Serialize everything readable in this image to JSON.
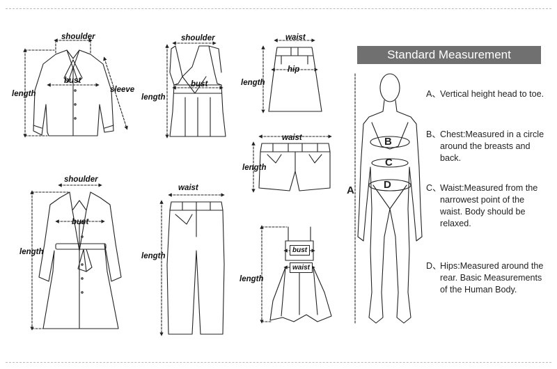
{
  "garments": {
    "shirt": {
      "shoulder": "shoulder",
      "bust": "bust",
      "length": "length",
      "sleeve": "sleeve"
    },
    "tank": {
      "shoulder": "shoulder",
      "bust": "bust",
      "length": "length"
    },
    "skirt": {
      "waist": "waist",
      "hip": "hip",
      "length": "length"
    },
    "shorts": {
      "waist": "waist",
      "length": "length"
    },
    "coat": {
      "shoulder": "shoulder",
      "bust": "bust",
      "length": "length"
    },
    "pants": {
      "waist": "waist",
      "length": "length"
    },
    "dress": {
      "bust": "bust",
      "waist": "waist",
      "length": "length"
    }
  },
  "panel": {
    "title": "Standard Measurement",
    "figure_letters": {
      "A": "A",
      "B": "B",
      "C": "C",
      "D": "D"
    },
    "items": [
      {
        "key": "A、",
        "text": "Vertical height head to toe."
      },
      {
        "key": "B、",
        "text": "Chest:Measured in a circle around the breasts and back."
      },
      {
        "key": "C、",
        "text": "Waist:Measured from the narrowest point of the waist. Body should be relaxed."
      },
      {
        "key": "D、",
        "text": "Hips:Measured around the rear. Basic Measurements of the Human Body."
      }
    ]
  }
}
